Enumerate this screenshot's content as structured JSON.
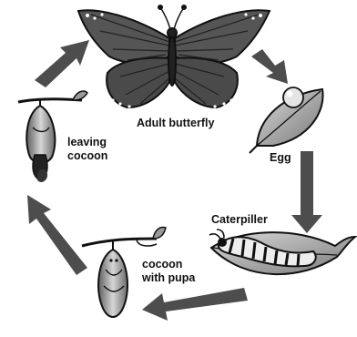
{
  "labels": {
    "adult": "Adult butterfly",
    "egg": "Egg",
    "caterpillar": "Caterpiller",
    "pupa_line1": "cocoon",
    "pupa_line2": "with pupa",
    "leaving_line1": "leaving",
    "leaving_line2": "cocoon"
  },
  "colors": {
    "ink": "#111111",
    "arrow": "#4d4d4d",
    "leaf": "#8a8a8a",
    "wing": "#5a5a5a"
  }
}
